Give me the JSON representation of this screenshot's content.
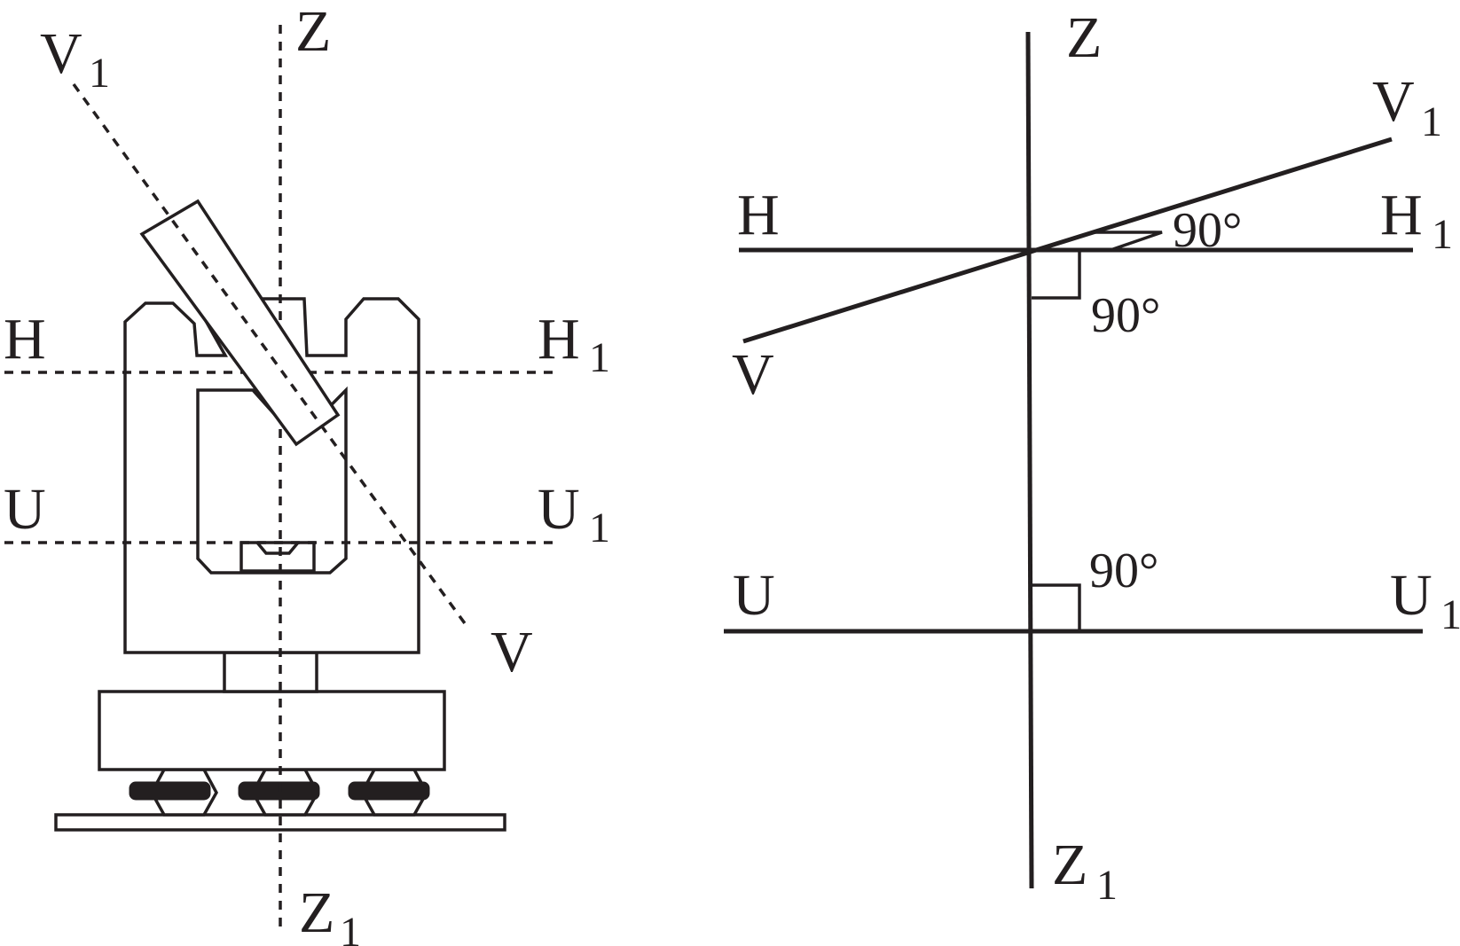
{
  "left": {
    "labels": {
      "z_top": "Z",
      "z_bottom": "Z",
      "z_bottom_sub": "1",
      "v1": "V",
      "v1_sub": "1",
      "v": "V",
      "h": "H",
      "h1": "H",
      "h1_sub": "1",
      "u": "U",
      "u1": "U",
      "u1_sub": "1"
    }
  },
  "right": {
    "labels": {
      "z_top": "Z",
      "z_bottom": "Z",
      "z_bottom_sub": "1",
      "v1": "V",
      "v1_sub": "1",
      "v": "V",
      "h": "H",
      "h1": "H",
      "h1_sub": "1",
      "u": "U",
      "u1": "U",
      "u1_sub": "1"
    },
    "angles": {
      "v_h": "90°",
      "h_z": "90°",
      "u_z": "90°"
    }
  },
  "colors": {
    "ink": "#231f20",
    "background": "#ffffff"
  }
}
